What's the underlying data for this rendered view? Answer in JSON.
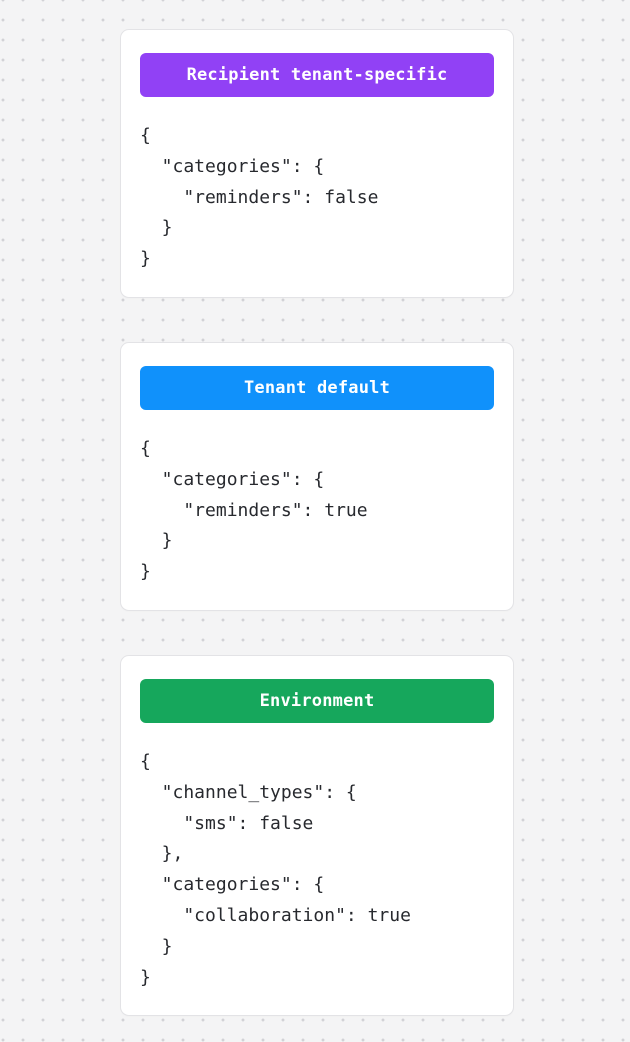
{
  "background": {
    "base_color": "#f4f4f5",
    "dot_color": "#d2d2d6"
  },
  "cards": [
    {
      "badge_label": "Recipient tenant-specific",
      "badge_color": "#9141f5",
      "code": "{\n  \"categories\": {\n    \"reminders\": false\n  }\n}"
    },
    {
      "badge_label": "Tenant default",
      "badge_color": "#1091fb",
      "code": "{\n  \"categories\": {\n    \"reminders\": true\n  }\n}"
    },
    {
      "badge_label": "Environment",
      "badge_color": "#16a75c",
      "code": "{\n  \"channel_types\": {\n    \"sms\": false\n  },\n  \"categories\": {\n    \"collaboration\": true\n  }\n}"
    }
  ]
}
